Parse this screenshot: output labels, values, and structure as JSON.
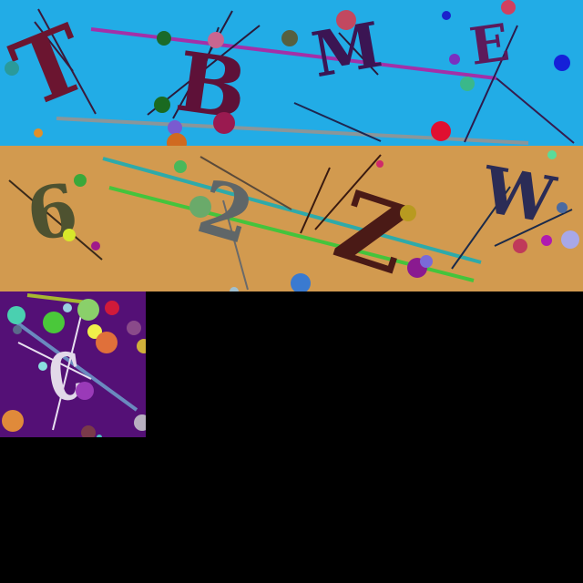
{
  "colors": {
    "top_band": "#22ace6",
    "middle_band": "#d29a4f",
    "tile": "#541076",
    "void": "#000000"
  },
  "top_band": {
    "glyphs": [
      {
        "text": "T",
        "color": "#6b1530"
      },
      {
        "text": "B",
        "color": "#5e1138"
      },
      {
        "text": "M",
        "color": "#3b1553"
      },
      {
        "text": "E",
        "color": "#5d1a5b"
      }
    ]
  },
  "middle_band": {
    "glyphs": [
      {
        "text": "6",
        "color": "#4e5230"
      },
      {
        "text": "2",
        "color": "#5f6668"
      },
      {
        "text": "Z",
        "color": "#4a1a16"
      },
      {
        "text": "W",
        "color": "#2b2c56"
      }
    ]
  },
  "tile": {
    "glyphs": [
      {
        "text": "c",
        "color": "#e2d9e9"
      }
    ]
  }
}
